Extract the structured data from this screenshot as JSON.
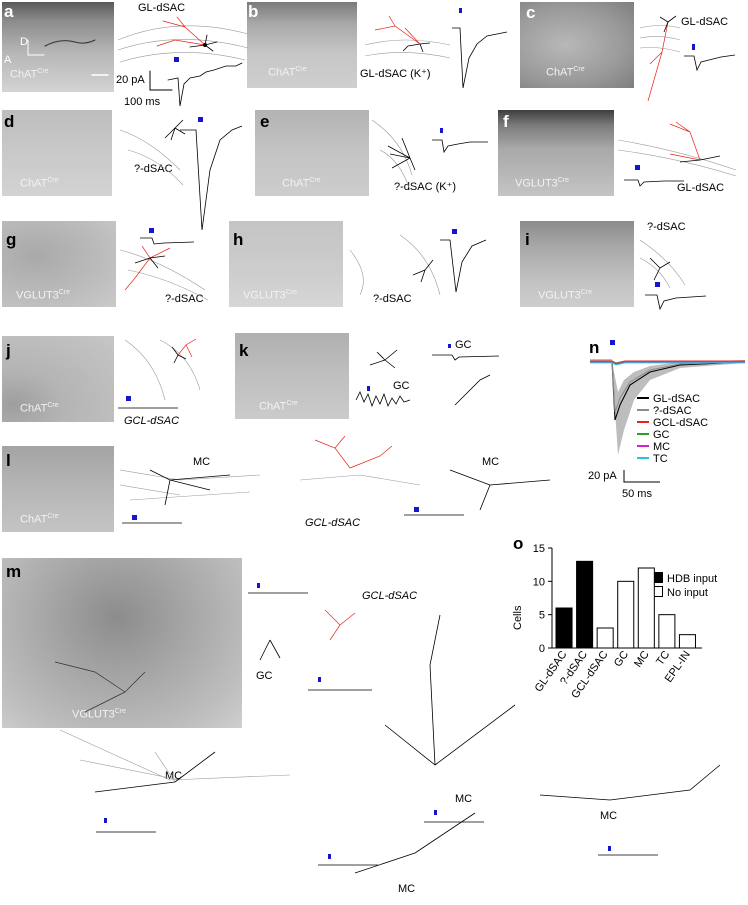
{
  "panels": [
    {
      "letter": "a",
      "genotype": "ChAT",
      "sup": "Cre",
      "label": "GL-dSAC"
    },
    {
      "letter": "b",
      "genotype": "ChAT",
      "sup": "Cre",
      "label": "GL-dSAC (K⁺)"
    },
    {
      "letter": "c",
      "genotype": "ChAT",
      "sup": "Cre",
      "label": "GL-dSAC"
    },
    {
      "letter": "d",
      "genotype": "ChAT",
      "sup": "Cre",
      "label": "?-dSAC"
    },
    {
      "letter": "e",
      "genotype": "ChAT",
      "sup": "Cre",
      "label": "?-dSAC (K⁺)"
    },
    {
      "letter": "f",
      "genotype": "VGLUT3",
      "sup": "Cre",
      "label": "GL-dSAC"
    },
    {
      "letter": "g",
      "genotype": "VGLUT3",
      "sup": "Cre",
      "label": "?-dSAC"
    },
    {
      "letter": "h",
      "genotype": "VGLUT3",
      "sup": "Cre",
      "label": "?-dSAC"
    },
    {
      "letter": "i",
      "genotype": "VGLUT3",
      "sup": "Cre",
      "label": "?-dSAC"
    },
    {
      "letter": "j",
      "genotype": "ChAT",
      "sup": "Cre",
      "label": "GCL-dSAC"
    },
    {
      "letter": "k",
      "genotype": "ChAT",
      "sup": "Cre",
      "label1": "GC",
      "label2": "GC"
    },
    {
      "letter": "l",
      "genotype": "ChAT",
      "sup": "Cre",
      "label1": "MC",
      "label2": "GCL-dSAC",
      "label3": "MC"
    },
    {
      "letter": "m",
      "genotype": "VGLUT3",
      "sup": "Cre",
      "label1": "GCL-dSAC",
      "label2": "GC",
      "mc": [
        "MC",
        "MC",
        "MC",
        "MC"
      ]
    },
    {
      "letter": "n"
    },
    {
      "letter": "o"
    }
  ],
  "orientation": {
    "dorsal": "D",
    "anterior": "A"
  },
  "scalebar_a": {
    "y": "20 pA",
    "x": "100 ms"
  },
  "scalebar_n": {
    "y": "20 pA",
    "x": "50 ms"
  },
  "chart_data": [
    {
      "type": "line",
      "panel": "n",
      "series": [
        {
          "name": "GL-dSAC",
          "color": "#000000"
        },
        {
          "name": "?-dSAC",
          "color": "#8c8c8c"
        },
        {
          "name": "GCL-dSAC",
          "color": "#e8231a"
        },
        {
          "name": "GC",
          "color": "#27a02a"
        },
        {
          "name": "MC",
          "color": "#d21fd2"
        },
        {
          "name": "TC",
          "color": "#27c6d6"
        }
      ]
    },
    {
      "type": "bar",
      "panel": "o",
      "categories": [
        "GL-dSAC",
        "?-dSAC",
        "GCL-dSAC",
        "GC",
        "MC",
        "TC",
        "EPL-IN"
      ],
      "values": [
        6,
        13,
        3,
        10,
        12,
        5,
        2
      ],
      "fill": [
        "HDB input",
        "HDB input",
        "No input",
        "No input",
        "No input",
        "No input",
        "No input"
      ],
      "ylabel": "Cells",
      "ylim": [
        0,
        15
      ],
      "yticks": [
        0,
        5,
        10,
        15
      ],
      "legend": [
        "HDB input",
        "No input"
      ],
      "legend_position": "top-right"
    }
  ]
}
